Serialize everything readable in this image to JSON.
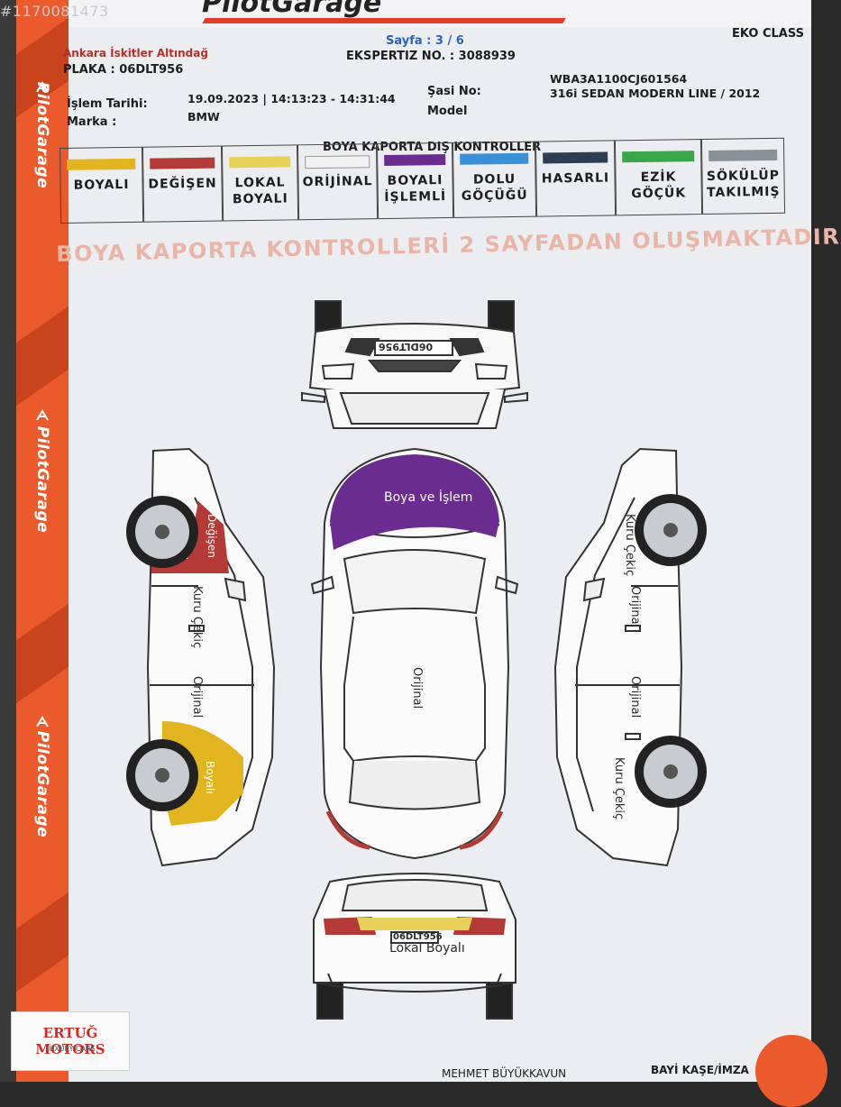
{
  "watermark_id": "#1170081473",
  "brand": {
    "top": "PilotGarage",
    "side": "PilotGarage"
  },
  "header": {
    "branch": "Ankara İskitler Altındağ",
    "plate_line": "PLAKA : 06DLT956",
    "page_label": "Sayfa : 3 / 6",
    "expertiz_label": "EKSPERTIZ NO. : 3088939",
    "class": "EKO CLASS",
    "islem_tarihi_label": "İşlem Tarihi:",
    "islem_tarihi_value": "19.09.2023 | 14:13:23 - 14:31:44",
    "marka_label": "Marka :",
    "marka_value": "BMW",
    "sasi_label": "Şasi No:",
    "sasi_value": "WBA3A1100CJ601564",
    "model_label": "Model",
    "model_value": "316i SEDAN MODERN LINE / 2012"
  },
  "legend": {
    "title": "BOYA KAPORTA DIŞ KONTROLLER",
    "items": [
      {
        "line1": "BOYALI",
        "line2": "",
        "color": "#e2b520"
      },
      {
        "line1": "DEĞİŞEN",
        "line2": "",
        "color": "#b33a36"
      },
      {
        "line1": "LOKAL",
        "line2": "BOYALI",
        "color": "#e6d058"
      },
      {
        "line1": "ORİJİNAL",
        "line2": "",
        "color": "#f2f2f2"
      },
      {
        "line1": "BOYALI",
        "line2": "İŞLEMLİ",
        "color": "#6a2d8f"
      },
      {
        "line1": "DOLU",
        "line2": "GÖÇÜĞÜ",
        "color": "#3b8fd4"
      },
      {
        "line1": "HASARLI",
        "line2": "",
        "color": "#2c3e55"
      },
      {
        "line1": "EZİK",
        "line2": "GÖÇÜK",
        "color": "#3aa64a"
      },
      {
        "line1": "SÖKÜLÜP",
        "line2": "TAKILMIŞ",
        "color": "#8a9196"
      }
    ]
  },
  "banner": "BOYA KAPORTA KONTROLLERİ 2 SAYFADAN OLUŞMAKTADIR",
  "diagram": {
    "front_plate": "06DLT956",
    "rear_plate": "06DLT956",
    "labels": {
      "hood": "Boya ve İşlem",
      "roof": "Orijinal",
      "rear": "Lokal Boyalı",
      "left_front_fender": "Değişen",
      "left_front_door": "Kuru Çekiç",
      "left_rear_door": "Orijinal",
      "left_rear_fender": "Boyalı",
      "right_front_fender": "Kuru Çekiç",
      "right_front_door": "Orijinal",
      "right_rear_door": "Orijinal",
      "right_rear_fender": "Kuru Çekiç"
    },
    "panel_colors": {
      "hood": "#6a2d8f",
      "left_front_fender": "#b33a36",
      "left_rear_fender": "#e2b520",
      "rear_trunk": "#e6d058"
    }
  },
  "footer": {
    "dealer_stamp_name": "ERTUĞ MOTORS",
    "dealer_stamp_sub": "LUXURY CARS",
    "inspector_name": "MEHMET BÜYÜKKAVUN",
    "dealer_sign_label": "BAYİ KAŞE/İMZA"
  }
}
